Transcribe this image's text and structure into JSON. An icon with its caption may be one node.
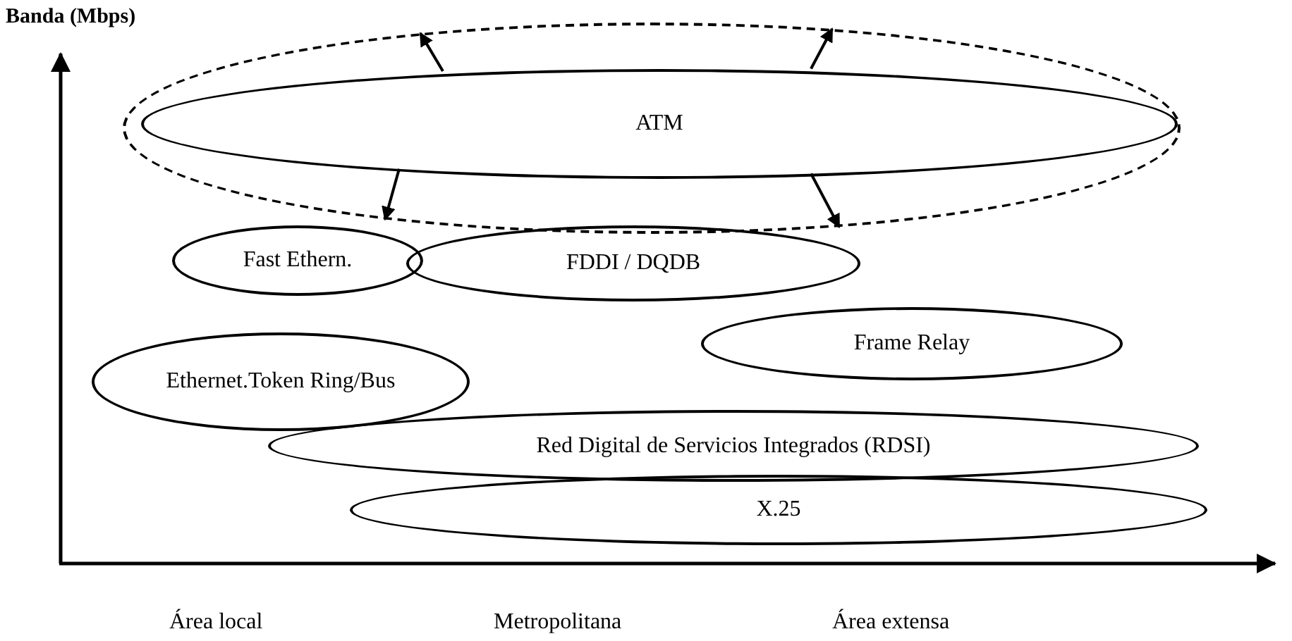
{
  "diagram": {
    "nodes": [
      {
        "text": [],
        "shape": "ellipse"
      },
      {
        "text": [
          "ATM"
        ],
        "in": 0
      },
      {
        "text": [
          "FDDI / DQDB"
        ]
      },
      {
        "text": [
          "Fast Ethern."
        ]
      },
      {
        "text": [
          "Frame Relay"
        ]
      },
      {
        "text": [
          "Ethernet.Token Ring/Bus"
        ]
      },
      {
        "text": [
          "Red Digital de Servicios Integrados (RDSI)"
        ]
      },
      {
        "text": [
          "X.25"
        ]
      }
    ],
    "edges": [
      {
        "from": 1,
        "to": 0,
        "arrow": "to"
      },
      {
        "from": 1,
        "to": 0,
        "arrow": "to"
      },
      {
        "from": 1,
        "to": 0,
        "arrow": "to"
      },
      {
        "from": 1,
        "to": 0,
        "arrow": "to"
      }
    ],
    "labels": [
      "Banda (Mbps)",
      "Área local",
      "Metropolitana",
      "Área extensa"
    ]
  }
}
